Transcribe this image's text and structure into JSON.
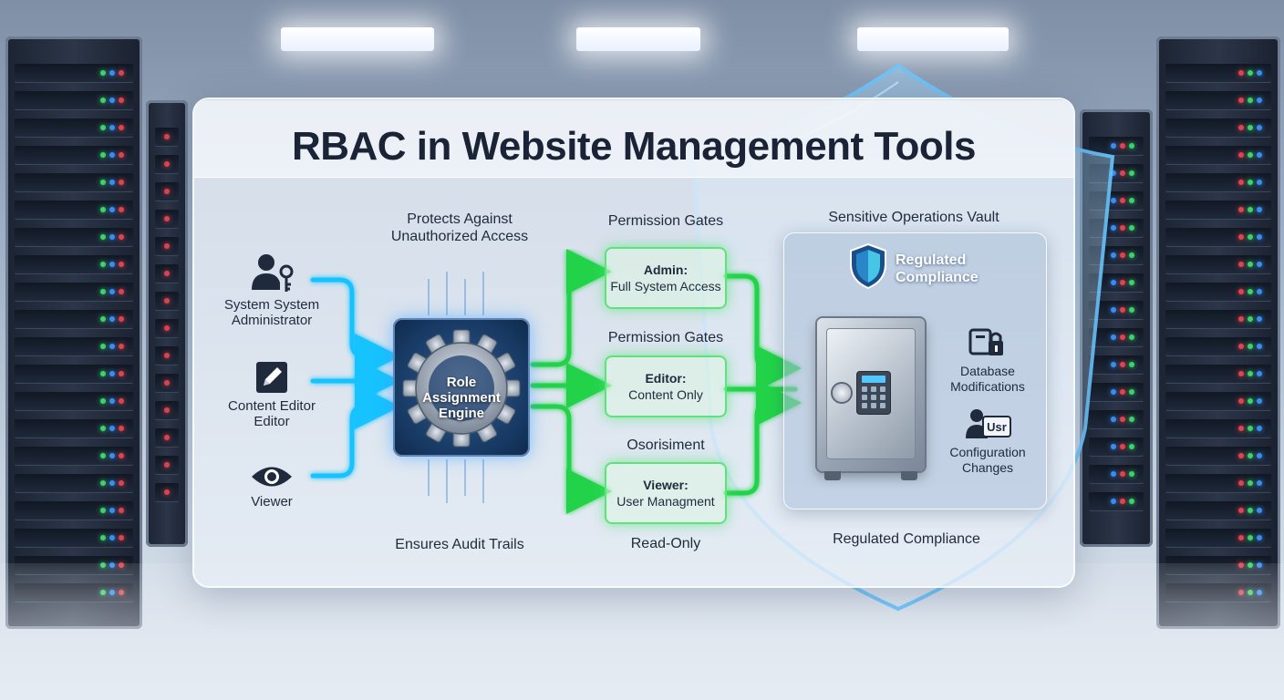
{
  "title": "RBAC in Website Management Tools",
  "roles": [
    {
      "label": "System System\nAdministrator",
      "icon": "admin-key-icon"
    },
    {
      "label": "Content Editor\nEditor",
      "icon": "pencil-icon"
    },
    {
      "label": "Viewer",
      "icon": "eye-icon"
    }
  ],
  "engine": {
    "label": "Role\nAssignment\nEngine",
    "icon": "gear-icon"
  },
  "captions": {
    "protects": "Protects Against\nUnauthorized Access",
    "audit": "Ensures Audit Trails",
    "gates_top": "Permission Gates",
    "gates_mid": "Permission Gates",
    "gates_low": "Osorisiment",
    "read_only": "Read-Only",
    "vault_heading": "Sensitive Operations Vault",
    "compliance_bottom": "Regulated Compliance"
  },
  "gates": [
    {
      "role": "Admin:",
      "access": "Full System Access"
    },
    {
      "role": "Editor:",
      "access": "Content Only"
    },
    {
      "role": "Viewer:",
      "access": "User Managment"
    }
  ],
  "vault": {
    "badge": "Regulated\nCompliance",
    "badge_icon": "shield-icon",
    "safe_icon": "safe-icon",
    "operations": [
      {
        "label": "Database\nModifications",
        "icon": "database-lock-icon"
      },
      {
        "label": "Configuration\nChanges",
        "icon": "user-config-icon",
        "icon_text": "Usr"
      }
    ]
  },
  "colors": {
    "input_flow": "#19c3ff",
    "gate_flow": "#22d34a",
    "shield": "#4fb6ff"
  }
}
